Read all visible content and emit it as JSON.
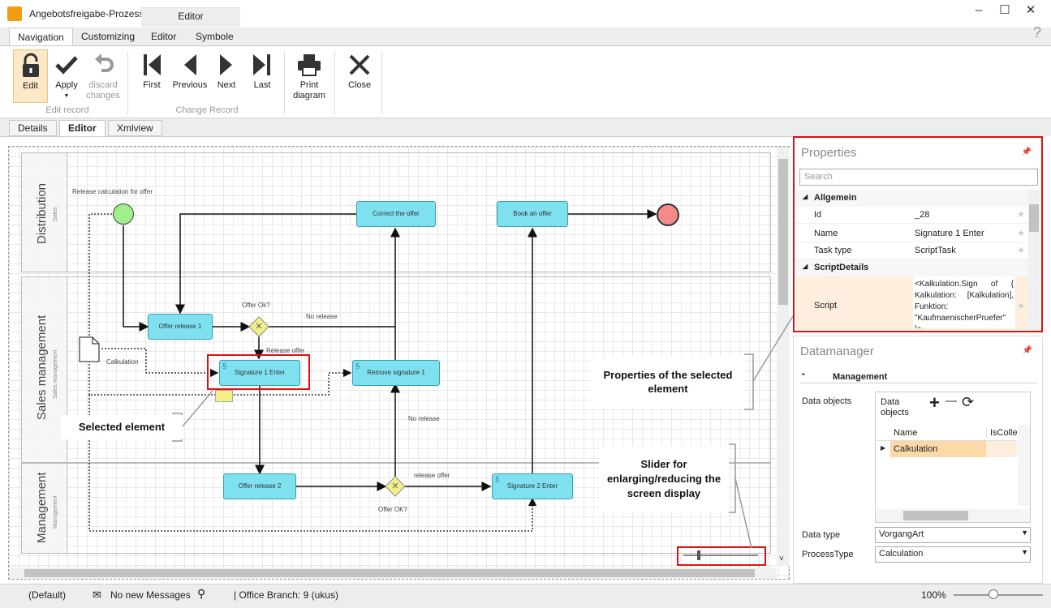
{
  "window": {
    "title": "Angebotsfreigabe-Prozess",
    "context_tab": "Editor",
    "help": "?"
  },
  "ribbon_tabs": [
    "Navigation",
    "Customizing",
    "Editor",
    "Symbole"
  ],
  "ribbon": {
    "edit": "Edit",
    "apply": "Apply",
    "discard": "discard changes",
    "edit_group": "Edit record",
    "first": "First",
    "previous": "Previous",
    "next": "Next",
    "last": "Last",
    "change_group": "Change Record",
    "print": "Print diagram",
    "close": "Close"
  },
  "doc_tabs": [
    "Details",
    "Editor",
    "Xmlview"
  ],
  "diagram": {
    "lanes": [
      {
        "title": "Distribution",
        "sub": "Sales"
      },
      {
        "title": "Sales management",
        "sub": "Sales management"
      },
      {
        "title": "Management",
        "sub": "Management"
      }
    ],
    "start_label": "Release calculation for offer",
    "tasks": {
      "correct": "Correct the offer",
      "book": "Book an offer",
      "release1": "Offer release 1",
      "sig1": "Signature 1 Enter",
      "remove": "Remove signature 1",
      "release2": "Offer release 2",
      "sig2": "Signature 2 Enter"
    },
    "labels": {
      "offerok1": "Offer Ok?",
      "norelease1": "No release",
      "releaseoffer1": "Release offer",
      "calc": "Calkulation",
      "norelease2": "No release",
      "releaseoffer2": "release offer",
      "offerok2": "Offer OK?"
    }
  },
  "callouts": {
    "selected": "Selected element",
    "properties": "Properties of the selected element",
    "slider": "Slider for enlarging/reducing the screen display"
  },
  "properties": {
    "title": "Properties",
    "search_placeholder": "Search",
    "cat1": "Allgemein",
    "cat2": "ScriptDetails",
    "rows": [
      {
        "k": "Id",
        "v": "_28"
      },
      {
        "k": "Name",
        "v": "Signature 1 Enter"
      },
      {
        "k": "Task type",
        "v": "ScriptTask"
      }
    ],
    "script_key": "Script",
    "script_value": "<Kalkulation.Sign of { Kalkulation: [Kalkulation], Funktion: \"KaufmaenischerPruefer\" }>"
  },
  "datamanager": {
    "title": "Datamanager",
    "section": "Management",
    "data_objects_label": "Data objects",
    "data_objects_header": "Data objects",
    "col_name": "Name",
    "col_iscollection": "IsColle",
    "row": "Calkulation",
    "data_type_label": "Data type",
    "data_type_value": "VorgangArt",
    "process_type_label": "ProcessType",
    "process_type_value": "Calculation"
  },
  "status": {
    "default": "(Default)",
    "messages": "No new Messages",
    "branch": "| Office Branch:  9 (ukus)",
    "zoom": "100%"
  }
}
